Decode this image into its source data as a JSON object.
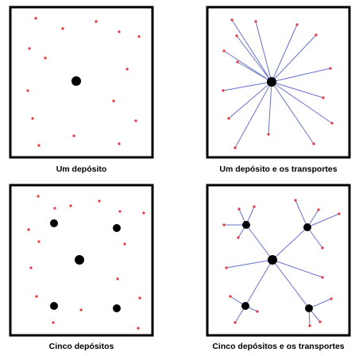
{
  "panels": [
    {
      "caption": "Um depósito",
      "depots": [
        [
          96,
          102
        ]
      ],
      "customers": [
        [
          45,
          23
        ],
        [
          79,
          36
        ],
        [
          121,
          27
        ],
        [
          150,
          40
        ],
        [
          175,
          46
        ],
        [
          37,
          61
        ],
        [
          57,
          73
        ],
        [
          160,
          87
        ],
        [
          35,
          114
        ],
        [
          143,
          127
        ],
        [
          41,
          149
        ],
        [
          171,
          152
        ],
        [
          93,
          171
        ],
        [
          49,
          183
        ],
        [
          150,
          181
        ]
      ],
      "show_routes": false
    },
    {
      "caption": "Um depósito e os transportes",
      "depots": [
        [
          342,
          103
        ]
      ],
      "customers": [
        [
          292,
          25
        ],
        [
          322,
          27
        ],
        [
          298,
          45
        ],
        [
          374,
          31
        ],
        [
          398,
          44
        ],
        [
          282,
          64
        ],
        [
          299,
          78
        ],
        [
          416,
          86
        ],
        [
          281,
          114
        ],
        [
          407,
          123
        ],
        [
          288,
          149
        ],
        [
          418,
          155
        ],
        [
          338,
          169
        ],
        [
          296,
          186
        ],
        [
          395,
          181
        ]
      ],
      "show_routes": true
    },
    {
      "caption": "Cinco depósitos",
      "depots": [
        [
          68,
          281
        ],
        [
          147,
          287
        ],
        [
          100,
          327
        ],
        [
          68,
          385
        ],
        [
          147,
          388
        ]
      ],
      "customers": [
        [
          48,
          247
        ],
        [
          69,
          262
        ],
        [
          89,
          259
        ],
        [
          125,
          253
        ],
        [
          151,
          266
        ],
        [
          181,
          268
        ],
        [
          36,
          289
        ],
        [
          49,
          304
        ],
        [
          157,
          307
        ],
        [
          39,
          337
        ],
        [
          148,
          351
        ],
        [
          46,
          373
        ],
        [
          176,
          375
        ],
        [
          102,
          390
        ],
        [
          67,
          406
        ],
        [
          174,
          413
        ]
      ],
      "show_routes": false
    },
    {
      "caption": "Cinco depósitos e os transportes",
      "depots": [
        [
          310,
          283
        ],
        [
          387,
          286
        ],
        [
          343,
          327
        ],
        [
          309,
          385
        ],
        [
          389,
          388
        ]
      ],
      "customers": [
        [
          301,
          263
        ],
        [
          320,
          260
        ],
        [
          282,
          283
        ],
        [
          300,
          299
        ],
        [
          372,
          252
        ],
        [
          401,
          264
        ],
        [
          427,
          269
        ],
        [
          406,
          312
        ],
        [
          285,
          337
        ],
        [
          406,
          349
        ],
        [
          290,
          373
        ],
        [
          296,
          406
        ],
        [
          324,
          392
        ],
        [
          417,
          376
        ],
        [
          390,
          410
        ],
        [
          403,
          405
        ]
      ],
      "assign": [
        0,
        0,
        0,
        0,
        1,
        1,
        1,
        1,
        2,
        2,
        3,
        3,
        3,
        4,
        4,
        4
      ],
      "depot_links": [
        [
          2,
          0
        ],
        [
          2,
          1
        ],
        [
          2,
          3
        ],
        [
          2,
          4
        ]
      ],
      "show_routes": true
    }
  ],
  "colors": {
    "customer": "#e8323c",
    "route": "#6672c9",
    "depot": "#000000",
    "frame": "#000000"
  }
}
